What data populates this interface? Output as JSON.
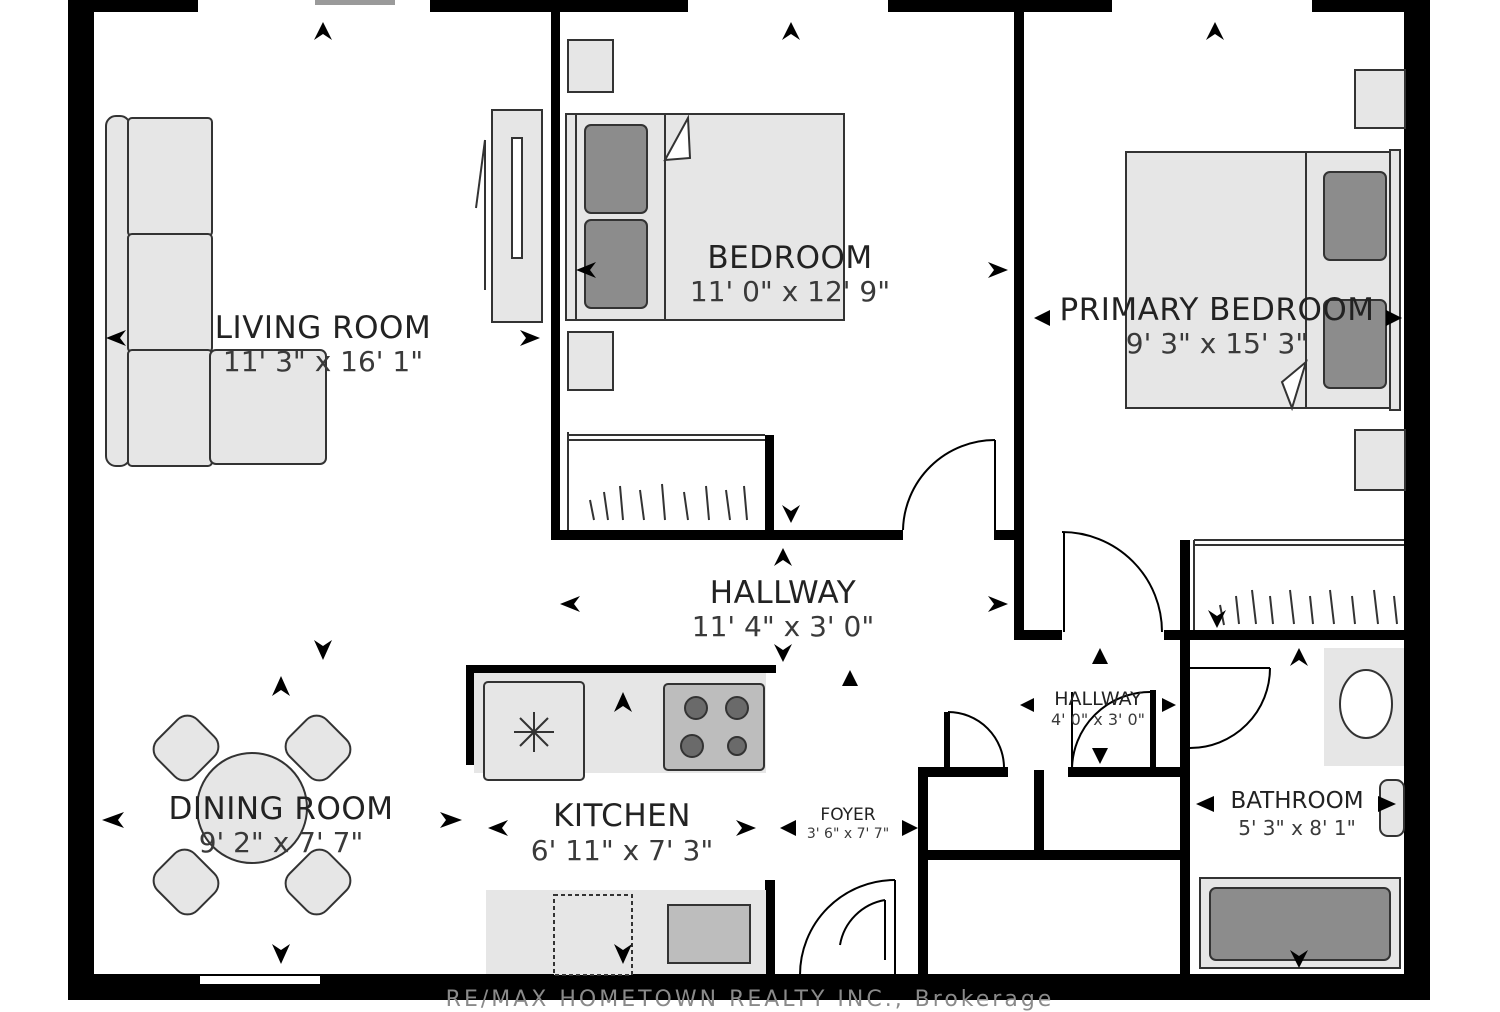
{
  "rooms": {
    "living_room": {
      "name": "LIVING ROOM",
      "dimensions": "11' 3\" x 16' 1\""
    },
    "bedroom": {
      "name": "BEDROOM",
      "dimensions": "11' 0\" x 12' 9\""
    },
    "primary_bedroom": {
      "name": "PRIMARY BEDROOM",
      "dimensions": "9' 3\" x 15' 3\""
    },
    "hallway_main": {
      "name": "HALLWAY",
      "dimensions": "11' 4\" x 3' 0\""
    },
    "hallway_small": {
      "name": "HALLWAY",
      "dimensions": "4' 0\" x 3' 0\""
    },
    "dining_room": {
      "name": "DINING ROOM",
      "dimensions": "9' 2\" x 7' 7\""
    },
    "kitchen": {
      "name": "KITCHEN",
      "dimensions": "6' 11\" x 7' 3\""
    },
    "foyer": {
      "name": "FOYER",
      "dimensions": "3' 6\" x 7' 7\""
    },
    "bathroom": {
      "name": "BATHROOM",
      "dimensions": "5' 3\" x 8' 1\""
    }
  },
  "footer": {
    "text": "RE/MAX HOMETOWN REALTY INC., Brokerage"
  },
  "colors": {
    "wall": "#000000",
    "furniture_fill": "#e6e6e6",
    "furniture_dark": "#8c8c8c",
    "floor": "#ffffff"
  }
}
